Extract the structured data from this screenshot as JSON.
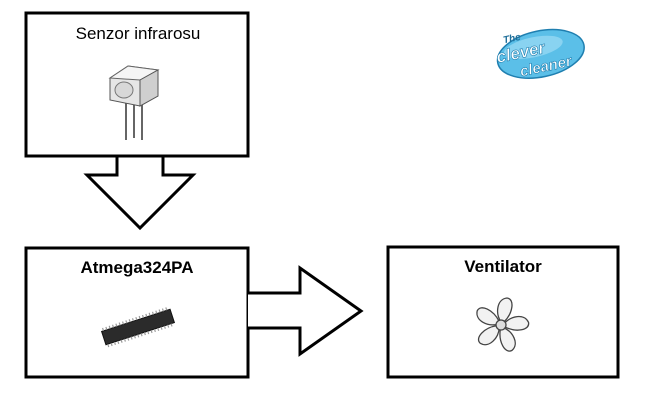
{
  "diagram": {
    "sensor_block": {
      "label": "Senzor infrarosu",
      "icon": "ir-sensor-icon"
    },
    "mcu_block": {
      "label": "Atmega324PA",
      "icon": "microcontroller-chip-icon"
    },
    "fan_block": {
      "label": "Ventilator",
      "icon": "fan-icon"
    },
    "connections": [
      {
        "from": "Senzor infrarosu",
        "to": "Atmega324PA",
        "style": "block-arrow-down"
      },
      {
        "from": "Atmega324PA",
        "to": "Ventilator",
        "style": "block-arrow-right"
      }
    ]
  },
  "logo": {
    "the": "The",
    "clever": "clever",
    "cleaner": "cleaner",
    "colors": {
      "badge": "#3aa8d8",
      "text": "#ffffff"
    }
  }
}
